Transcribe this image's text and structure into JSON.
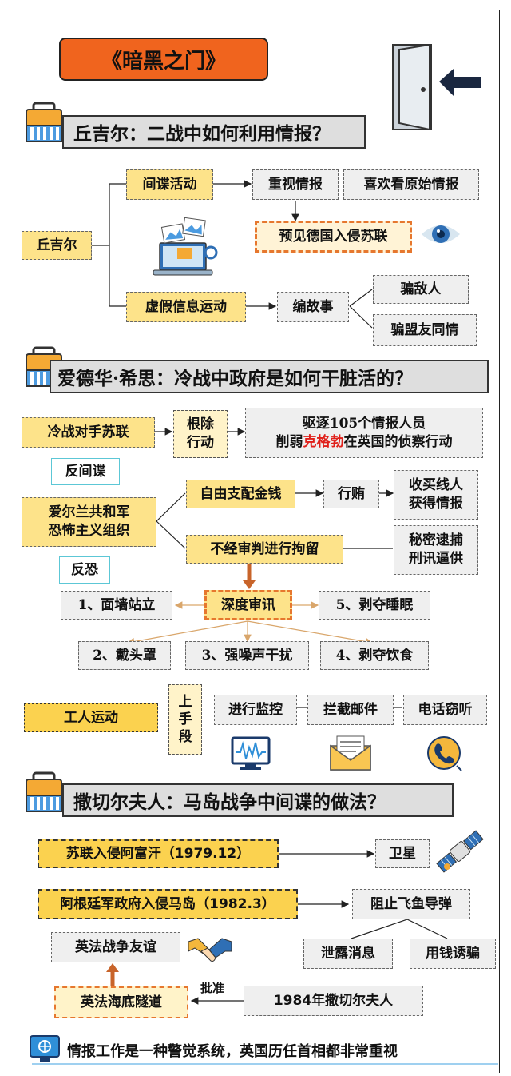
{
  "title": "《暗黑之门》",
  "sections": [
    {
      "title": "丘吉尔：二战中如何利用情报？"
    },
    {
      "title": "爱德华·希思：冷战中政府是如何干脏活的？"
    },
    {
      "title": "撒切尔夫人：马岛战争中间谍的做法？"
    }
  ],
  "s1": {
    "root": "丘吉尔",
    "spy": "间谍活动",
    "value_intel": "重视情报",
    "raw_intel": "喜欢看原始情报",
    "foresee": "预见德国入侵苏联",
    "disinfo": "虚假信息运动",
    "story": "编故事",
    "fool_enemy": "骗敌人",
    "fool_ally": "骗盟友同情"
  },
  "s2": {
    "coldwar": "冷战对手苏联",
    "eradicate": "根除\n行动",
    "expel_1": "驱逐105个情报人员",
    "expel_2a": "削弱",
    "expel_2b": "克格勃",
    "expel_2c": "在英国的侦察行动",
    "counter_spy": "反间谍",
    "ira": "爱尔兰共和军\n恐怖主义组织",
    "free_money": "自由支配金钱",
    "bribe": "行贿",
    "buy_informant": "收买线人\n获得情报",
    "detain": "不经审判进行拘留",
    "secret_arrest": "秘密逮捕\n刑讯逼供",
    "counter_terror": "反恐",
    "deep_interrogation": "深度审讯",
    "t1": "1、面墙站立",
    "t2": "2、戴头罩",
    "t3": "3、强噪声干扰",
    "t4": "4、剥夺饮食",
    "t5": "5、剥夺睡眠",
    "labor": "工人运动",
    "means": "上\n手\n段",
    "monitor": "进行监控",
    "intercept": "拦截邮件",
    "wiretap": "电话窃听"
  },
  "s3": {
    "ussr_afghan": "苏联入侵阿富汗（1979.12）",
    "satellite": "卫星",
    "argentina": "阿根廷军政府入侵马岛（1982.3）",
    "stop_missile": "阻止飞鱼导弹",
    "leak": "泄露消息",
    "money_lure": "用钱诱骗",
    "friendship": "英法战争友谊",
    "tunnel": "英法海底隧道",
    "approve": "批准",
    "thatcher1984": "1984年撒切尔夫人"
  },
  "footer": "情报工作是一种警觉系统，英国历任首相都非常重视",
  "colors": {
    "title_bg": "#f0641e",
    "yellow": "#fde38a",
    "dark_yellow": "#fbd24f",
    "section_gray": "#dedede",
    "accent_red": "#e0201a"
  }
}
